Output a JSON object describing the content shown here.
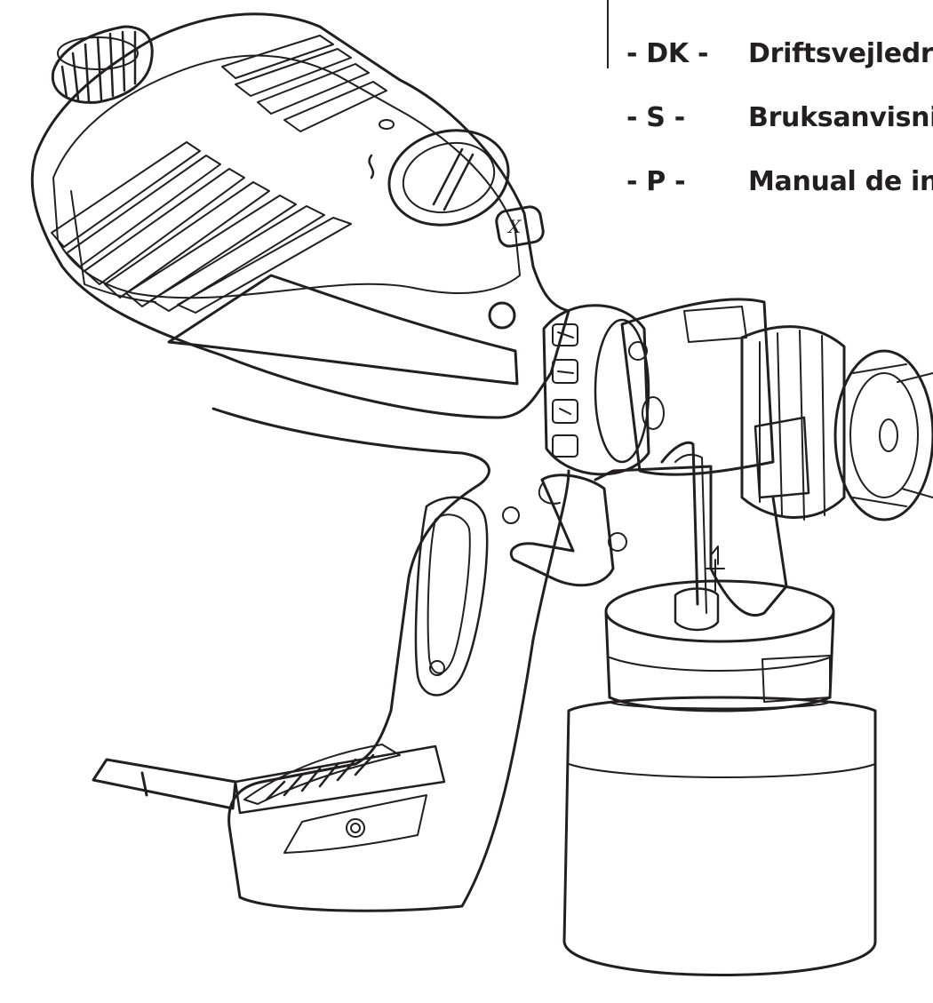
{
  "languages": [
    {
      "code": "- DK -",
      "title": "Driftsvejledr"
    },
    {
      "code": "- S -",
      "title": "Bruksanvisni"
    },
    {
      "code": "- P -",
      "title": "Manual de in"
    }
  ],
  "colors": {
    "ink": "#231f20",
    "background": "#ffffff"
  },
  "illustration": "spray-gun-line-drawing"
}
